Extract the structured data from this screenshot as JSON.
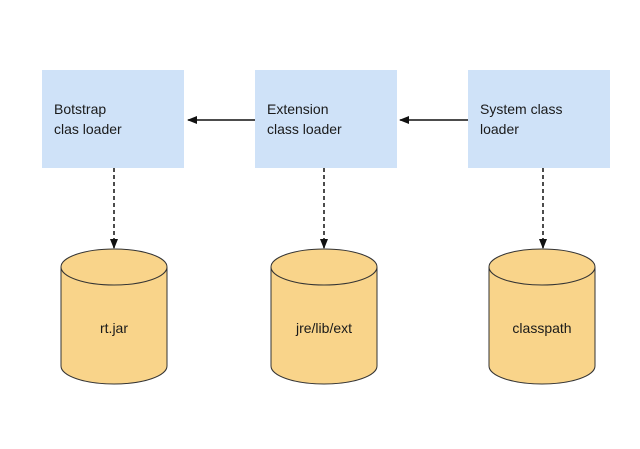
{
  "loaders": [
    {
      "id": "bootstrap",
      "label": "Botstrap\nclas loader"
    },
    {
      "id": "extension",
      "label": "Extension\nclass loader"
    },
    {
      "id": "system",
      "label": "System class\nloader"
    }
  ],
  "sources": [
    {
      "id": "rt",
      "label": "rt.jar"
    },
    {
      "id": "ext",
      "label": "jre/lib/ext"
    },
    {
      "id": "cp",
      "label": "classpath"
    }
  ],
  "colors": {
    "loader_fill": "#cfe2f8",
    "cylinder_fill": "#f9d48a",
    "cylinder_stroke": "#333333",
    "arrow": "#111111"
  }
}
